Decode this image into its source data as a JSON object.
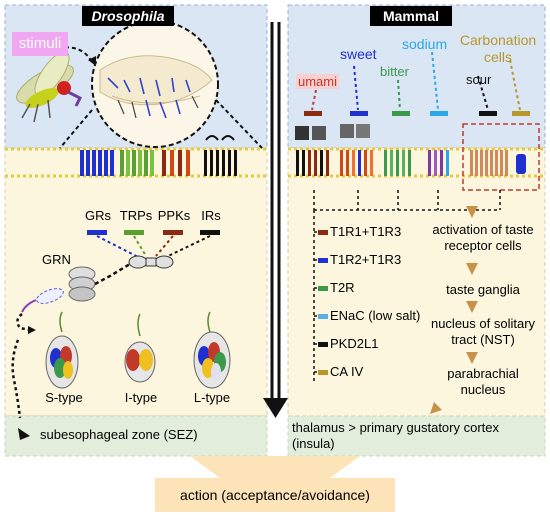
{
  "left_panel": {
    "title": "Drosophila",
    "stimuli_label": "stimuli",
    "receptor_labels": [
      "GRs",
      "TRPs",
      "PPKs",
      "IRs"
    ],
    "grn_label": "GRN",
    "neuron_types": [
      "S-type",
      "I-type",
      "L-type"
    ],
    "bottom_label": "subesophageal zone (SEZ)"
  },
  "right_panel": {
    "title": "Mammal",
    "taste_labels": {
      "umami": "umami",
      "sweet": "sweet",
      "bitter": "bitter",
      "sodium": "sodium",
      "carbonation": "Carbonation cells",
      "sour": "sour"
    },
    "legend": [
      {
        "label": "T1R1+T1R3",
        "color": "#8b2a10"
      },
      {
        "label": "T1R2+T1R3",
        "color": "#1f2fd0"
      },
      {
        "label": "T2R",
        "color": "#3a9a4a"
      },
      {
        "label": "ENaC (low salt)",
        "color": "#5aaee8"
      },
      {
        "label": "PKD2L1",
        "color": "#111111"
      },
      {
        "label": "CA IV",
        "color": "#b8962a"
      }
    ],
    "pathway": [
      "activation of taste receptor cells",
      "taste ganglia",
      "nucleus of solitary tract (NST)",
      "parabrachial nucleus"
    ],
    "bottom_label": "thalamus > primary gustatory cortex (insula)"
  },
  "footer": {
    "action_label": "action (acceptance/avoidance)"
  },
  "colors": {
    "sky": "#dbe6f5",
    "cream": "#fdf6df",
    "green_band": "#e2eedb",
    "peach": "#fde3b8",
    "umami": "#c0392b",
    "sweet": "#1f2fd0",
    "bitter": "#3a9a4a",
    "sodium": "#28a8e6",
    "carbonation": "#b8962a",
    "stimuli_bg": "#f0a6f0"
  }
}
